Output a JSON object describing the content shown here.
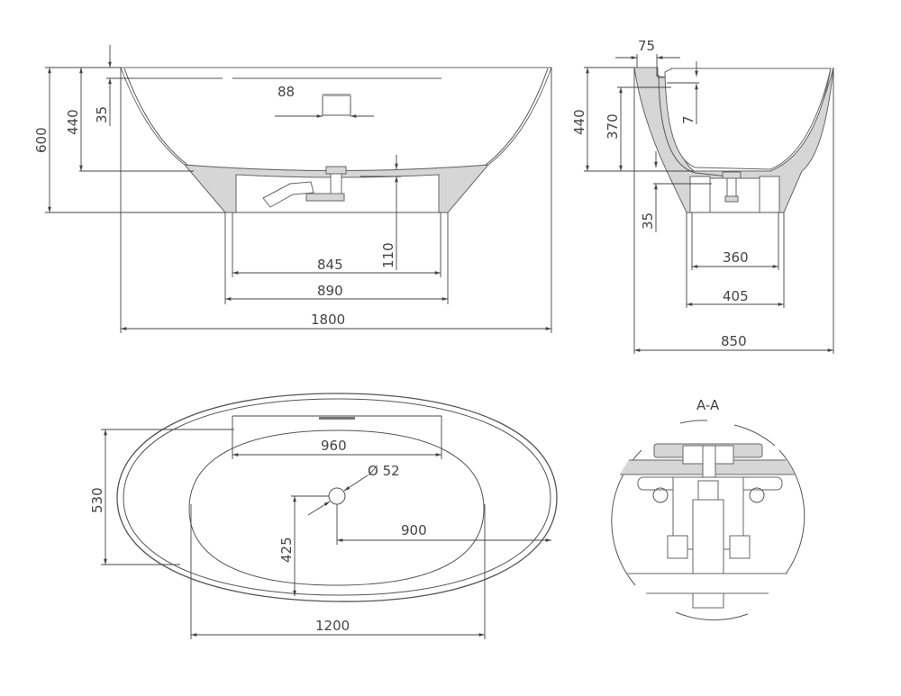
{
  "front_view": {
    "dims": {
      "height_total": "600",
      "height_inner": "440",
      "rim_offset": "35",
      "overflow_width": "88",
      "drain_height": "110",
      "base_inner": "845",
      "base_outer": "890",
      "length": "1800"
    }
  },
  "side_view": {
    "dims": {
      "rim_width": "75",
      "rim_step": "7",
      "depth_total": "440",
      "depth_inner": "370",
      "floor_thickness": "35",
      "base_inner": "360",
      "base_outer": "405",
      "width": "850"
    }
  },
  "top_view": {
    "dims": {
      "overflow_span": "960",
      "drain_diameter": "Ø 52",
      "width": "530",
      "drain_y": "425",
      "drain_x": "900",
      "basin_length": "1200"
    }
  },
  "detail": {
    "title": "A-A"
  },
  "colors": {
    "line": "#555555",
    "fill": "#d6d6d6"
  }
}
